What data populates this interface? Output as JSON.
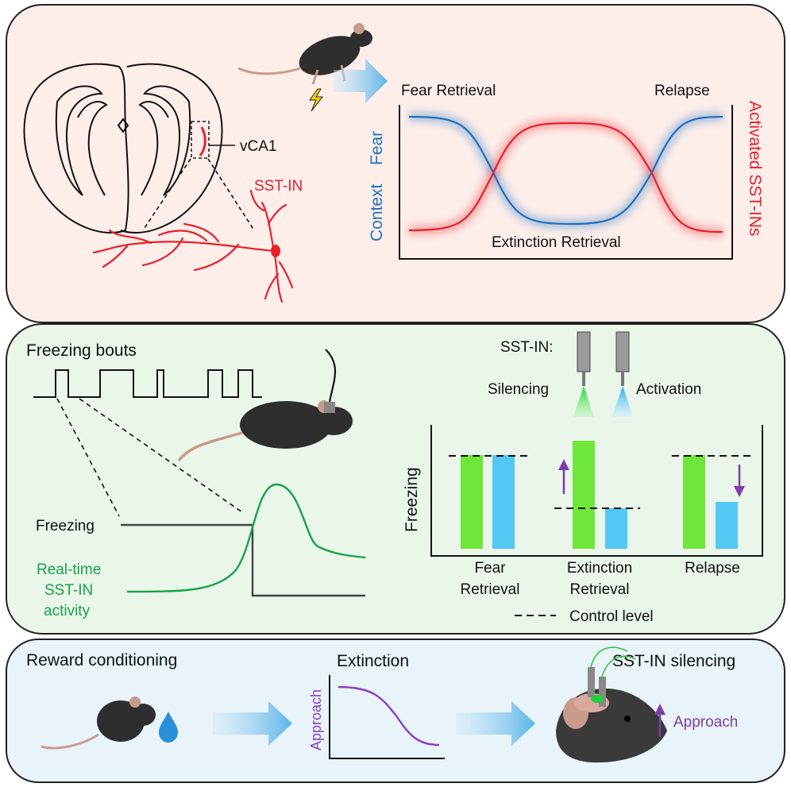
{
  "panel1": {
    "region_label": "vCA1",
    "cell_label": "SST-IN",
    "graph": {
      "label_fear_retrieval": "Fear Retrieval",
      "label_relapse": "Relapse",
      "label_extinction_retrieval": "Extinction Retrieval",
      "y_left_part1": "Context",
      "y_left_part2": "Fear",
      "y_right": "Activated SST-INs"
    },
    "colors": {
      "fear": "#1f6fc0",
      "sst": "#e8202a",
      "bg": "#fdeeea"
    }
  },
  "panel2": {
    "freezing_bouts_title": "Freezing bouts",
    "freezing_label": "Freezing",
    "activity_label_lines": [
      "Real-time",
      "SST-IN",
      "activity"
    ],
    "manipulation_title": "SST-IN:",
    "silencing_label": "Silencing",
    "activation_label": "Activation",
    "y_axis_label": "Freezing",
    "groups": [
      {
        "label_lines": [
          "Fear",
          "Retrieval"
        ]
      },
      {
        "label_lines": [
          "Extinction",
          "Retrieval"
        ]
      },
      {
        "label_lines": [
          "Relapse"
        ]
      }
    ],
    "legend_label": "Control level",
    "colors": {
      "silencing": "#6ee63a",
      "activation": "#52c8f5",
      "arrow": "#7b3fa6",
      "activity": "#16a34a",
      "bg": "#eaf6ea"
    }
  },
  "panel3": {
    "reward_title": "Reward conditioning",
    "extinction_title": "Extinction",
    "approach_axis_label": "Approach",
    "silencing_title": "SST-IN silencing",
    "approach_label": "Approach",
    "colors": {
      "curve": "#8a3fc0",
      "bg": "#e8f3fa"
    }
  }
}
